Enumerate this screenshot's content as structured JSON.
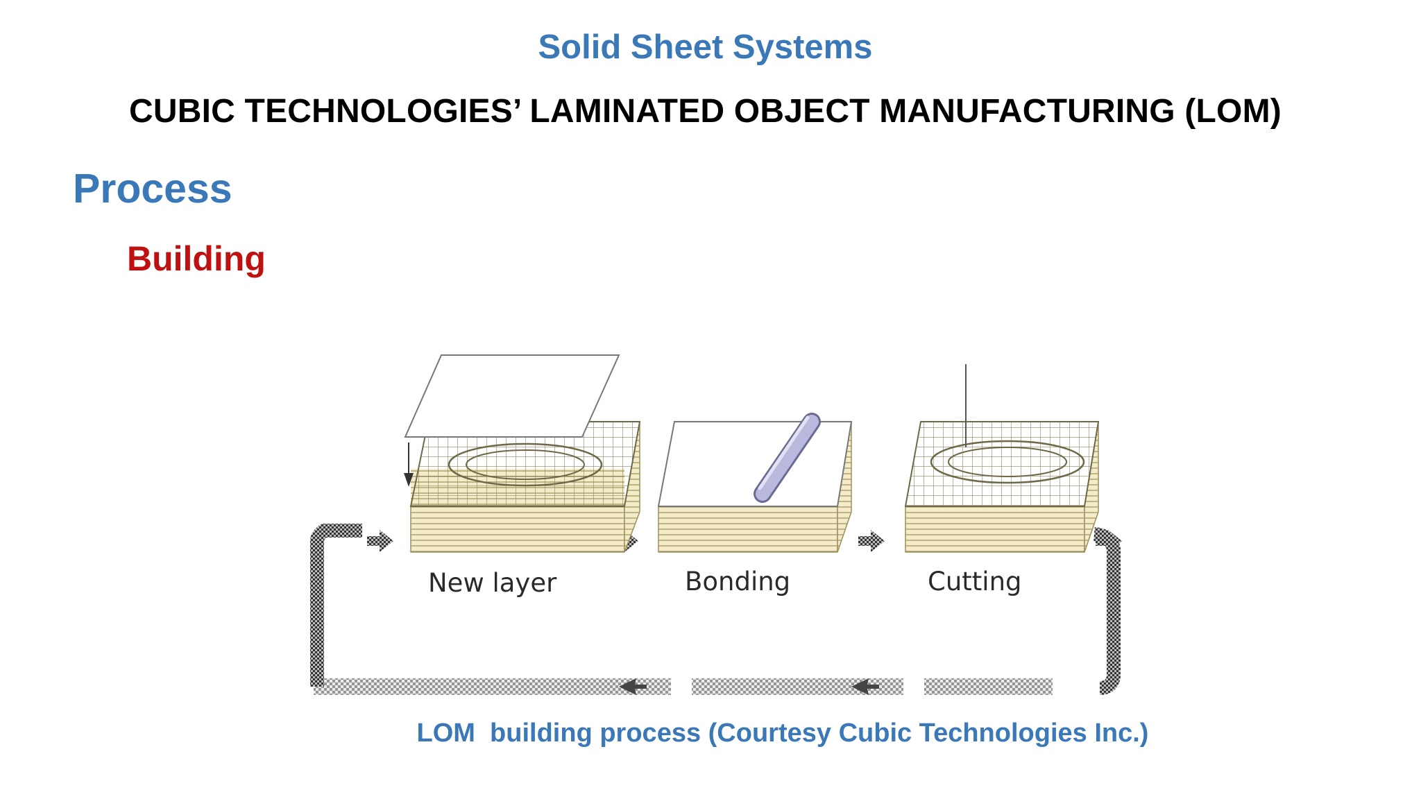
{
  "slide": {
    "title": "Solid Sheet Systems",
    "subtitle": "CUBIC TECHNOLOGIES’ LAMINATED OBJECT MANUFACTURING (LOM)",
    "section": "Process",
    "subsection": "Building"
  },
  "figure": {
    "steps": [
      {
        "label": "New layer"
      },
      {
        "label": "Bonding"
      },
      {
        "label": "Cutting"
      }
    ],
    "caption": "LOM  building process (Courtesy Cubic Technologies Inc.)"
  },
  "colors": {
    "title_blue": "#3a78b8",
    "heading_red": "#bf1111",
    "layer_fill": "#f4ecc8",
    "layer_line": "#9c8f5a",
    "roller_fill": "#b9b8dd"
  }
}
